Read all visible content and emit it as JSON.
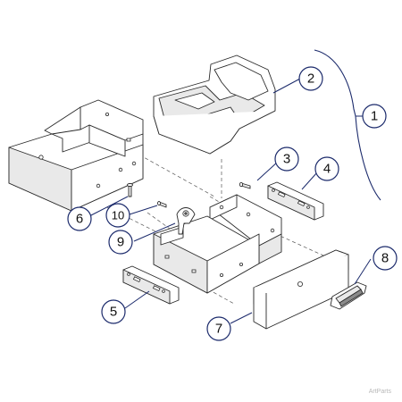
{
  "callouts": [
    {
      "id": "1",
      "label": "1"
    },
    {
      "id": "2",
      "label": "2"
    },
    {
      "id": "3",
      "label": "3"
    },
    {
      "id": "4",
      "label": "4"
    },
    {
      "id": "5",
      "label": "5"
    },
    {
      "id": "6",
      "label": "6"
    },
    {
      "id": "7",
      "label": "7"
    },
    {
      "id": "8",
      "label": "8"
    },
    {
      "id": "9",
      "label": "9"
    },
    {
      "id": "10",
      "label": "10"
    }
  ],
  "watermark": "ArtParts",
  "colors": {
    "callout_stroke": "#1b2a6b",
    "line": "#2a2a2a"
  }
}
